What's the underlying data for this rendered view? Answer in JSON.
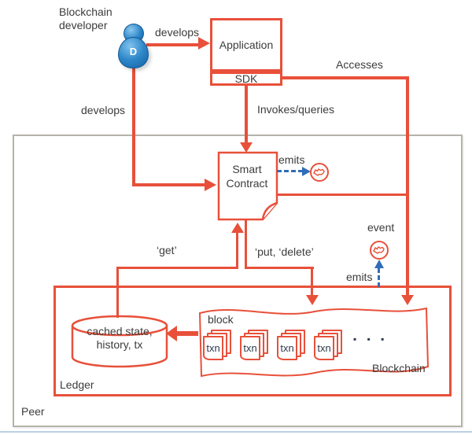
{
  "colors": {
    "accent_red": "#e8503a",
    "accent_blue": "#2f6db8",
    "text": "#3c3c3c",
    "peer_border": "#b5b2aa",
    "developer_blue": "#2e87c8"
  },
  "labels": {
    "developer": "Blockchain developer",
    "develops_app": "develops",
    "develops_sc": "develops",
    "accesses": "Accesses",
    "invokes_queries": "Invokes/queries",
    "emits_sc": "emits",
    "emits_ledger": "emits",
    "event": "event",
    "get": "‘get’",
    "put_delete": "‘put, ‘delete’",
    "peer": "Peer",
    "ledger": "Ledger"
  },
  "application": {
    "title": "Application",
    "sdk": "SDK"
  },
  "smart_contract": {
    "title": "Smart Contract"
  },
  "developer_icon": {
    "initial": "D"
  },
  "ledger_content": {
    "state_db": "cached state, history, tx",
    "blockchain": {
      "label": "Blockchain",
      "block": "block",
      "txns": [
        "txn",
        "txn",
        "txn",
        "txn"
      ],
      "ellipsis": "▪ ▪ ▪"
    }
  }
}
